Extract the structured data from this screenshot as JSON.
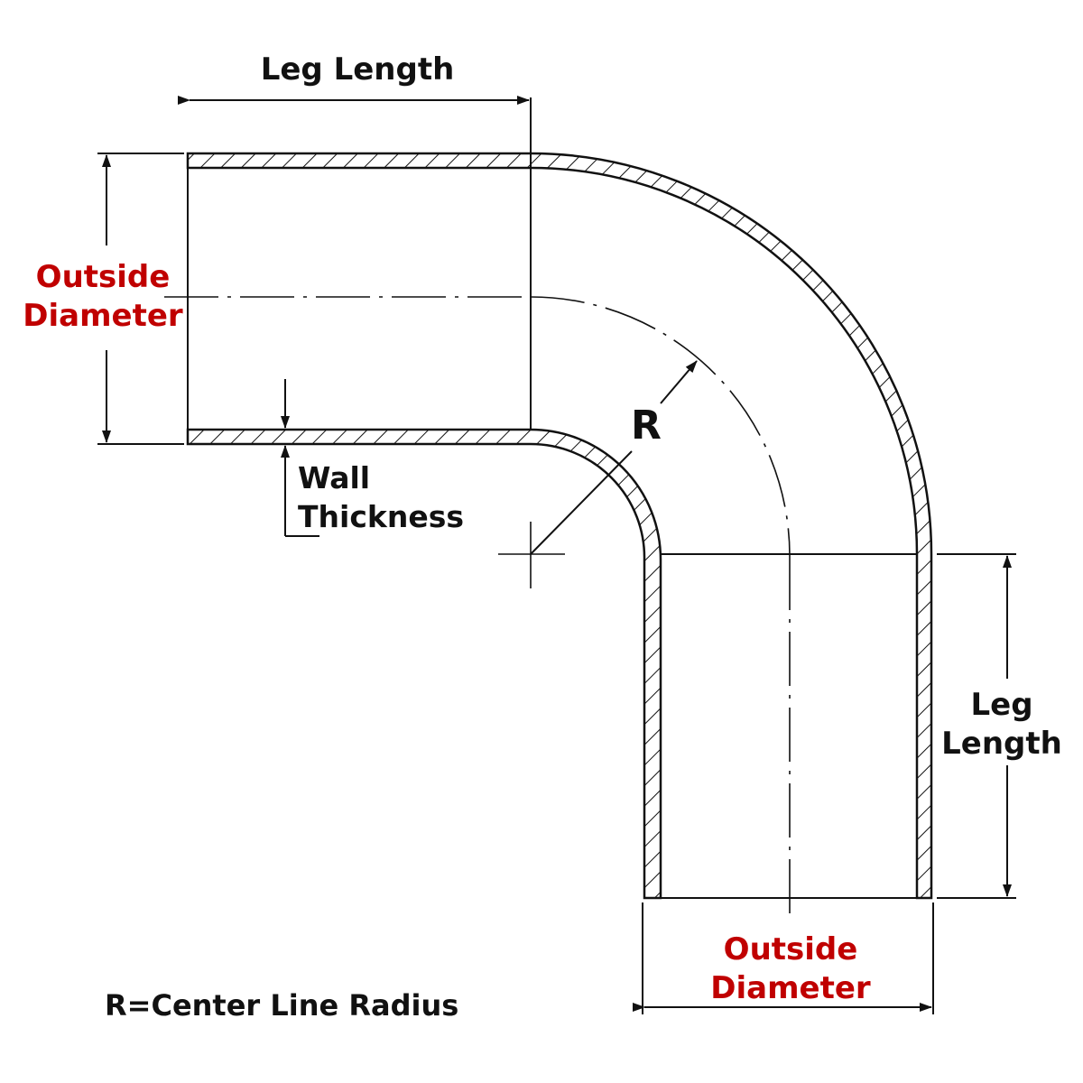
{
  "diagram": {
    "type": "90-degree-elbow-pipe-dimension-drawing",
    "colors": {
      "line": "#111111",
      "highlight": "#c00000",
      "background": "#ffffff"
    },
    "labels": {
      "top_leg_length": "Leg Length",
      "left_outside_diameter_line1": "Outside",
      "left_outside_diameter_line2": "Diameter",
      "wall_thickness_line1": "Wall",
      "wall_thickness_line2": "Thickness",
      "radius": "R",
      "right_leg_length_line1": "Leg",
      "right_leg_length_line2": "Length",
      "bottom_outside_diameter_line1": "Outside",
      "bottom_outside_diameter_line2": "Diameter",
      "legend": "R=Center Line Radius"
    },
    "bend_angle_deg": 90
  }
}
